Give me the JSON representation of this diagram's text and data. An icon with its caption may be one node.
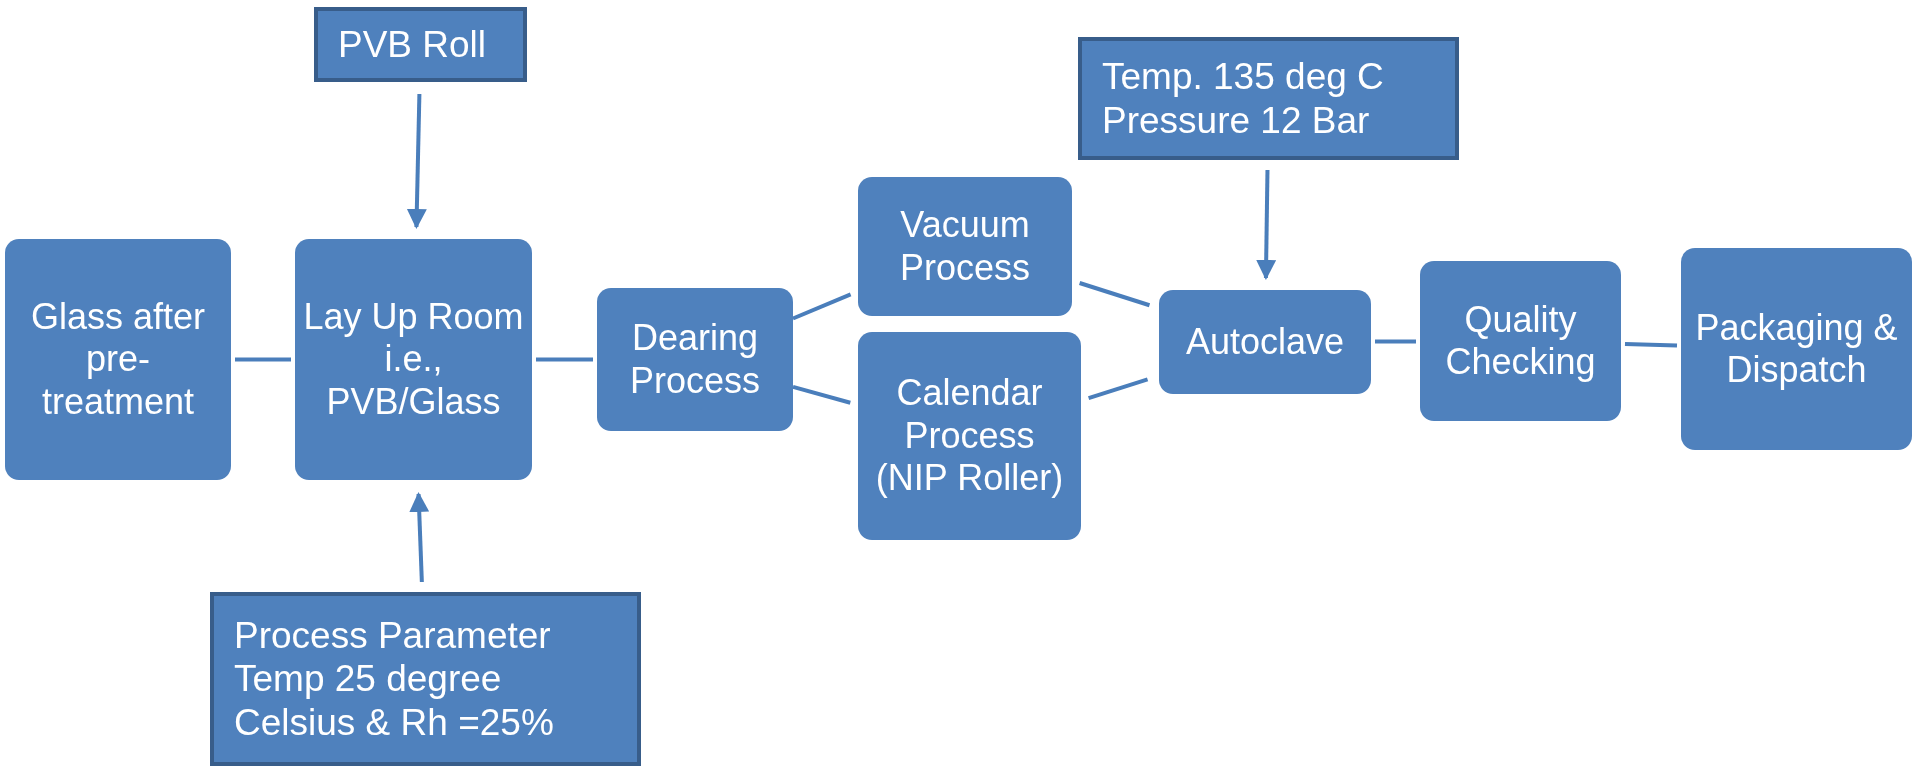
{
  "diagram": {
    "nodes": [
      {
        "text": [
          "Glass after pre-treatment"
        ]
      },
      {
        "text": [
          "Lay Up Room i.e., PVB/Glass"
        ]
      },
      {
        "text": [
          "PVB Roll"
        ]
      },
      {
        "text": [
          "Process Parameter",
          "Temp 25 degree",
          "Celsius & Rh =25%"
        ]
      },
      {
        "text": [
          "Dearing Process"
        ]
      },
      {
        "text": [
          "Vacuum Process"
        ]
      },
      {
        "text": [
          "Calendar Process (NIP Roller)"
        ]
      },
      {
        "text": [
          "Temp. 135 deg C",
          "Pressure 12 Bar"
        ]
      },
      {
        "text": [
          "Autoclave"
        ]
      },
      {
        "text": [
          "Quality Checking"
        ]
      },
      {
        "text": [
          "Packaging & Dispatch"
        ]
      }
    ],
    "edges": [
      {
        "from": 0,
        "to": 1,
        "arrow": "none"
      },
      {
        "from": 2,
        "to": 1,
        "arrow": "to"
      },
      {
        "from": 3,
        "to": 1,
        "arrow": "to"
      },
      {
        "from": 1,
        "to": 4,
        "arrow": "none"
      },
      {
        "from": 4,
        "to": 5,
        "arrow": "none"
      },
      {
        "from": 4,
        "to": 6,
        "arrow": "none"
      },
      {
        "from": 5,
        "to": 8,
        "arrow": "none"
      },
      {
        "from": 6,
        "to": 8,
        "arrow": "none"
      },
      {
        "from": 7,
        "to": 8,
        "arrow": "to"
      },
      {
        "from": 8,
        "to": 9,
        "arrow": "none"
      },
      {
        "from": 9,
        "to": 10,
        "arrow": "none"
      }
    ]
  }
}
